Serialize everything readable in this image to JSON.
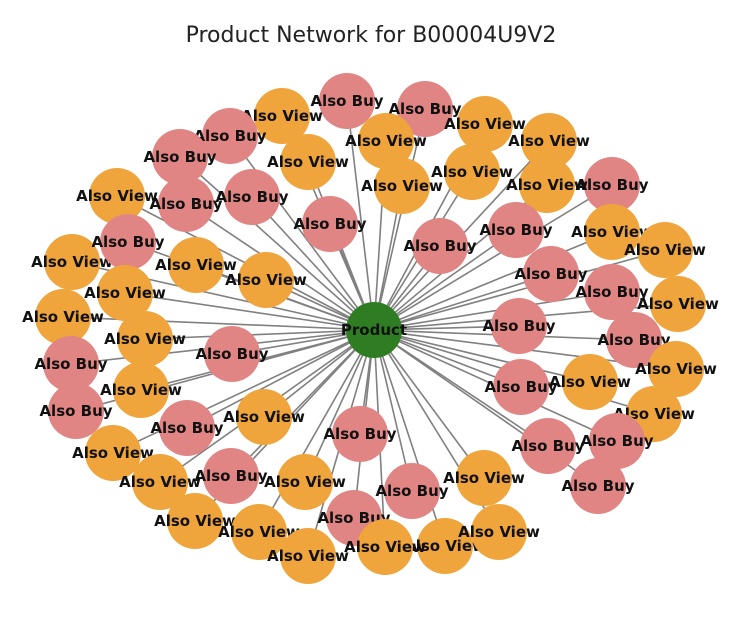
{
  "chart_data": {
    "type": "network",
    "title": "Product Network for B00004U9V2",
    "center": {
      "label": "Product",
      "color": "#2f7d22"
    },
    "colors": {
      "Also View": "#f0a53c",
      "Also Buy": "#e08584",
      "Product": "#2f7d22"
    },
    "legend": [],
    "nodes": [
      "Also Buy",
      "Also Buy",
      "Also View",
      "Also View",
      "Also Buy",
      "Also View",
      "Also View",
      "Also Buy",
      "Also Buy",
      "Also View",
      "Also Buy",
      "Also View",
      "Also View",
      "Also View",
      "Also Buy",
      "Also View",
      "Also View",
      "Also Buy",
      "Also View",
      "Also View",
      "Also View",
      "Also Buy",
      "Also Buy",
      "Also View",
      "Also Buy",
      "Also View",
      "Also View",
      "Also View",
      "Also Buy",
      "Also Buy",
      "Also Buy",
      "Also Buy",
      "Also View",
      "Also View",
      "Also View",
      "Also Buy",
      "Also View",
      "Also View",
      "Also Buy",
      "Also View",
      "Also View",
      "Also Buy",
      "Also Buy",
      "Also View",
      "Also Buy",
      "Also View",
      "Also Buy",
      "Also Buy",
      "Also View",
      "Also Buy",
      "Also Buy",
      "Also View",
      "Also Buy",
      "Also Buy",
      "Also View",
      "Also View",
      "Also View",
      "Also View",
      "Also View",
      "Also Buy"
    ]
  }
}
